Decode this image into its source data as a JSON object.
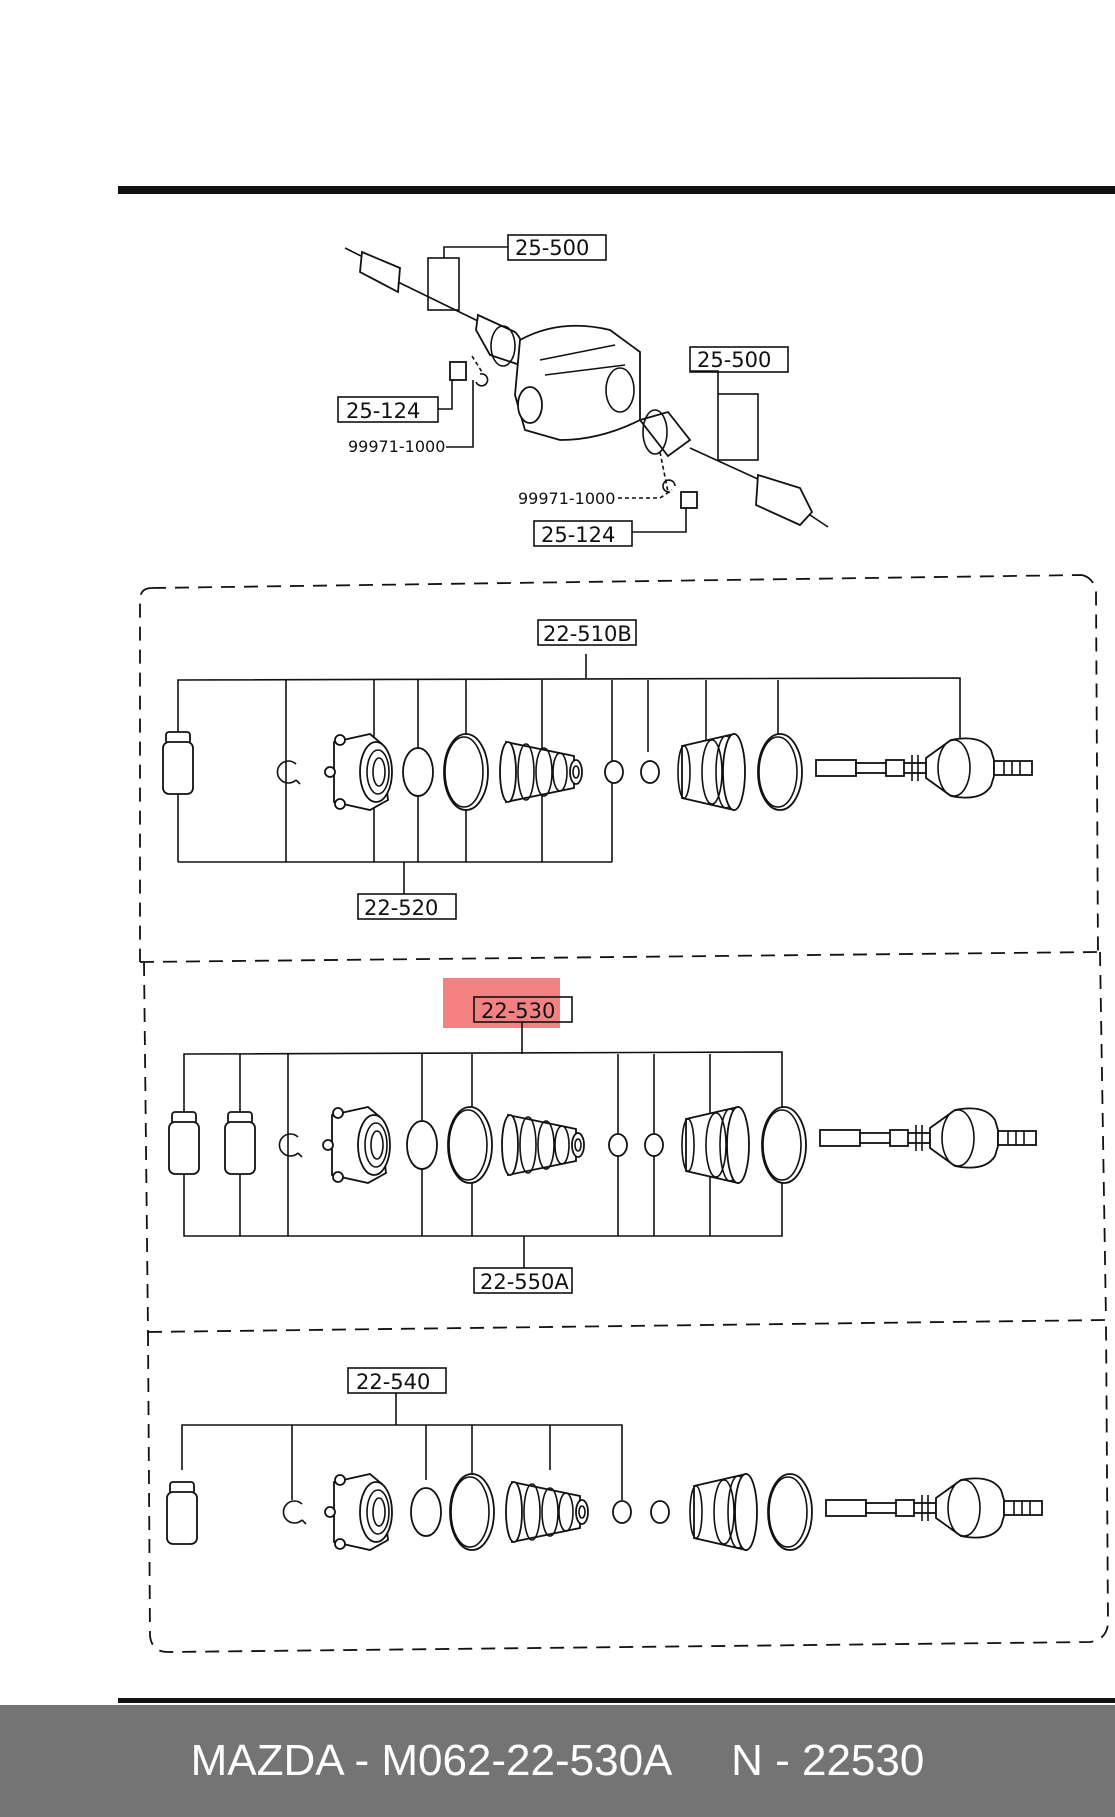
{
  "diagram": {
    "labels": {
      "top_left_shaft": "25-500",
      "top_right_shaft": "25-500",
      "top_left_nut": "25-124",
      "top_left_clip": "99971-1000",
      "top_right_clip": "99971-1000",
      "top_right_nut": "25-124",
      "kit_510": "22-510B",
      "kit_520": "22-520",
      "kit_530": "22-530",
      "kit_550": "22-550A",
      "kit_540": "22-540"
    },
    "highlight_color": "#f26b6b"
  },
  "footer": {
    "text": "MAZDA - M062-22-530A     N - 22530",
    "background": "#747474"
  }
}
